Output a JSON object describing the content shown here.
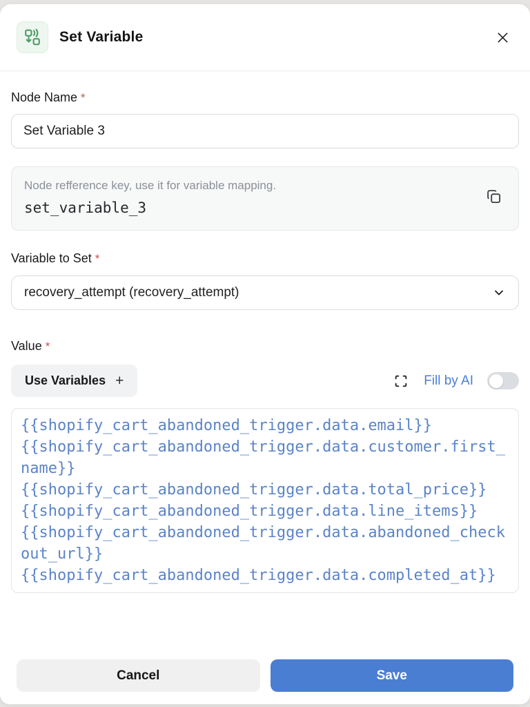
{
  "header": {
    "title": "Set Variable"
  },
  "form": {
    "node_name": {
      "label": "Node Name",
      "required_marker": "*",
      "value": "Set Variable 3"
    },
    "reference": {
      "hint": "Node refference key, use it for variable mapping.",
      "key": "set_variable_3"
    },
    "variable_to_set": {
      "label": "Variable to Set",
      "required_marker": "*",
      "selected_option": "recovery_attempt (recovery_attempt)"
    },
    "value": {
      "label": "Value",
      "required_marker": "*",
      "use_variables_label": "Use Variables",
      "use_variables_plus": "+",
      "fill_by_ai_label": "Fill by AI",
      "fill_by_ai_enabled": false,
      "content": "{{shopify_cart_abandoned_trigger.data.email}}\n{{shopify_cart_abandoned_trigger.data.customer.first_name}}\n{{shopify_cart_abandoned_trigger.data.total_price}}\n{{shopify_cart_abandoned_trigger.data.line_items}}\n{{shopify_cart_abandoned_trigger.data.abandoned_checkout_url}}\n{{shopify_cart_abandoned_trigger.data.completed_at}}"
    }
  },
  "footer": {
    "cancel_label": "Cancel",
    "save_label": "Save"
  },
  "icons": {
    "header_icon": "set-variable-node-icon",
    "close": "close-icon",
    "copy": "copy-icon",
    "select_chevron": "chevron-down-icon",
    "expand": "expand-icon",
    "toggle": "toggle-switch"
  },
  "colors": {
    "accent_blue": "#4a7ed2",
    "code_text": "#5b84c8",
    "icon_green": "#4f9d68",
    "required_red": "#c4564c",
    "fill_ai_blue": "#4a7fd6"
  }
}
